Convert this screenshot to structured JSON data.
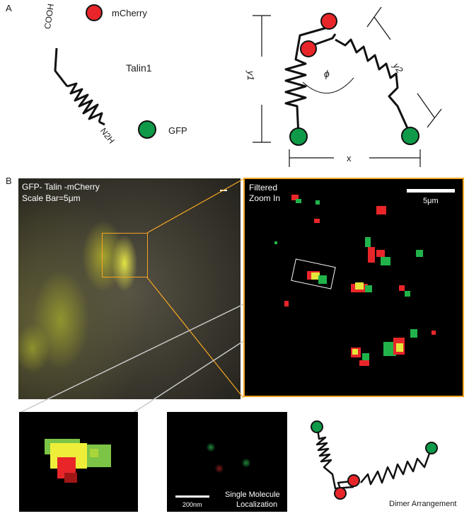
{
  "panel_a": {
    "letter": "A",
    "cooh_label": "COOH",
    "nh2_label": "N2H",
    "protein_label": "Talin1",
    "mcherry_label": "mCherry",
    "gfp_label": "GFP",
    "y1_label": "y1",
    "y2_label": "y2",
    "phi_label": "ϕ",
    "x_label": "x"
  },
  "panel_b": {
    "letter": "B",
    "raw_title": "GFP- Talin -mCherry",
    "raw_scale": "Scale Bar=5μm",
    "filtered_title": "Filtered",
    "zoom_title": "Zoom In",
    "zoom_scale": "5μm",
    "sm_scale": "200nm",
    "sm_caption_1": "Single Molecule",
    "sm_caption_2": "Localization",
    "dimer_caption": "Dimer Arrangement"
  },
  "colors": {
    "mcherry_red": "#e8262a",
    "gfp_green": "#0e9a48",
    "highlight_orange": "#f5a623",
    "connector_grey": "#c8c8c8",
    "line_black": "#111111"
  }
}
